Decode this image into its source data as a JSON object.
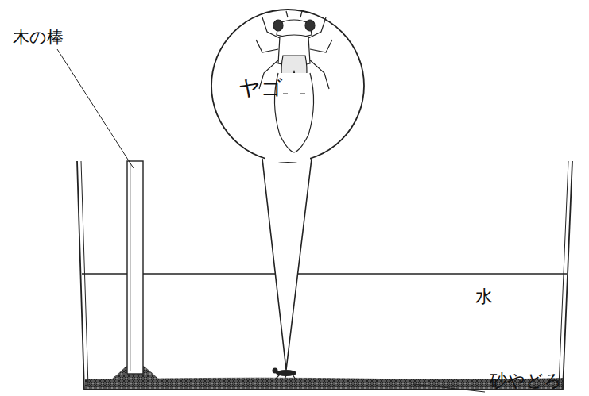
{
  "diagram": {
    "labels": [
      "木の棒",
      "ヤゴ",
      "水",
      "砂やどろ"
    ]
  }
}
